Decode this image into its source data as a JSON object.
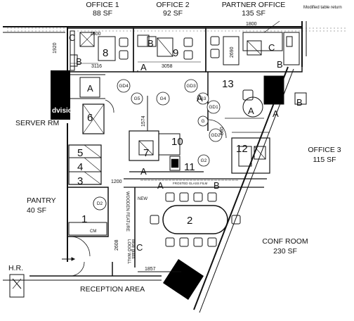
{
  "rooms": {
    "office1": {
      "name": "OFFICE 1",
      "area": "88 SF"
    },
    "office2": {
      "name": "OFFICE 2",
      "area": "92 SF"
    },
    "partner": {
      "name": "PARTNER OFFICE",
      "area": "135 SF"
    },
    "office3": {
      "name": "OFFICE 3",
      "area": "115 SF"
    },
    "server": {
      "name": "SERVER RM"
    },
    "pantry": {
      "name": "PANTRY",
      "area": "40 SF"
    },
    "conf": {
      "name": "CONF ROOM",
      "area": "230 SF"
    },
    "reception": {
      "name": "RECEPTION AREA"
    },
    "hr": {
      "name": "H.R."
    }
  },
  "note": "Modified table return",
  "watermark": "dvision",
  "dimensions": {
    "d1800a": "1800",
    "d1920": "1920",
    "d3116": "3116",
    "d3058": "3058",
    "d1800b": "1800",
    "d2690": "2690",
    "d1574": "1574",
    "d680": "680",
    "d1200": "1200",
    "d2608": "2608",
    "d1857": "1857"
  },
  "numbers": {
    "n1": "1",
    "n2": "2",
    "n3": "3",
    "n4": "4",
    "n5": "5",
    "n6": "6",
    "n7": "7",
    "n8": "8",
    "n9": "9",
    "n10": "10",
    "n11": "11",
    "n12": "12",
    "n13": "13"
  },
  "letters": {
    "a_server": "A",
    "a_off2": "A",
    "a_r13": "A",
    "a_srv2": "A",
    "a_10": "A",
    "a_band": "A",
    "a_circle": "A",
    "b_off1": "B",
    "b_off2": "B",
    "b_partner": "B",
    "b_right": "B",
    "b_band": "B",
    "c_off1": "C",
    "c_partner": "C",
    "c_logo": "C"
  },
  "tags": {
    "gd4": "GD4",
    "g5": "G5",
    "g4": "G4",
    "gd3": "GD3",
    "g3": "G3",
    "gd1": "GD1",
    "g": "G",
    "gd2": "GD2",
    "g2": "G2",
    "d2": "D2"
  },
  "features": {
    "wooden": "WOODEN FEATURE",
    "logo_wall": "LOGO WALL",
    "glass": "Blue glass",
    "new": "NEW",
    "cm": "CM",
    "glass_band": "FROSTED GLASS FILM"
  }
}
